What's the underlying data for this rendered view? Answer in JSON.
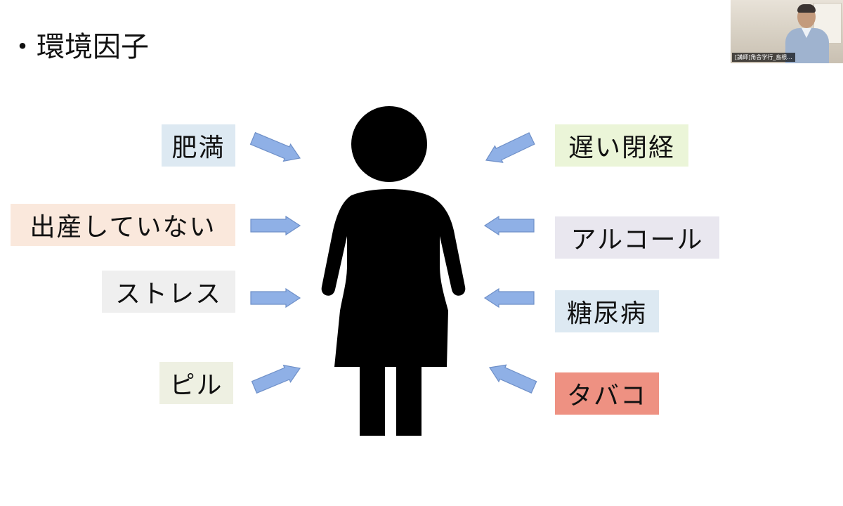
{
  "slide": {
    "title": "・環境因子",
    "left_factors": [
      {
        "text": "肥満",
        "bg": "#dde9f2"
      },
      {
        "text": "出産していない",
        "bg": "#fae8dc"
      },
      {
        "text": "ストレス",
        "bg": "#efefef"
      },
      {
        "text": "ピル",
        "bg": "#eef0e2"
      }
    ],
    "right_factors": [
      {
        "text": "遅い閉経",
        "bg": "#ebf5d8"
      },
      {
        "text": "アルコール",
        "bg": "#e9e7ef"
      },
      {
        "text": "糖尿病",
        "bg": "#dde9f2"
      },
      {
        "text": "タバコ",
        "bg": "#ee9182"
      }
    ],
    "arrow_color": "#8fb0e6",
    "arrow_stroke": "#6f90c8",
    "figure_icon": "woman-silhouette-icon",
    "figure_color": "#000000"
  },
  "video": {
    "participant_label": "[講師]角舎学行_島根..."
  }
}
